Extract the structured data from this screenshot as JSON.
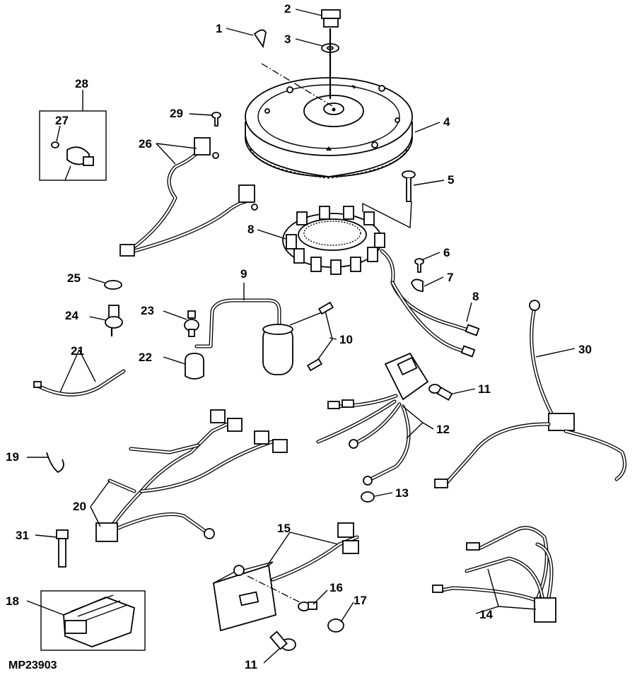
{
  "diagram": {
    "figure_code": "MP23903",
    "callouts": [
      {
        "id": "c1",
        "text": "1"
      },
      {
        "id": "c2",
        "text": "2"
      },
      {
        "id": "c3",
        "text": "3"
      },
      {
        "id": "c4",
        "text": "4"
      },
      {
        "id": "c5",
        "text": "5"
      },
      {
        "id": "c6",
        "text": "6"
      },
      {
        "id": "c7",
        "text": "7"
      },
      {
        "id": "c8a",
        "text": "8"
      },
      {
        "id": "c8b",
        "text": "8"
      },
      {
        "id": "c9",
        "text": "9"
      },
      {
        "id": "c10",
        "text": "10"
      },
      {
        "id": "c11a",
        "text": "11"
      },
      {
        "id": "c11b",
        "text": "11"
      },
      {
        "id": "c12",
        "text": "12"
      },
      {
        "id": "c13",
        "text": "13"
      },
      {
        "id": "c14",
        "text": "14"
      },
      {
        "id": "c15",
        "text": "15"
      },
      {
        "id": "c16",
        "text": "16"
      },
      {
        "id": "c17",
        "text": "17"
      },
      {
        "id": "c18",
        "text": "18"
      },
      {
        "id": "c19",
        "text": "19"
      },
      {
        "id": "c20",
        "text": "20"
      },
      {
        "id": "c21",
        "text": "21"
      },
      {
        "id": "c22",
        "text": "22"
      },
      {
        "id": "c23",
        "text": "23"
      },
      {
        "id": "c24",
        "text": "24"
      },
      {
        "id": "c25",
        "text": "25"
      },
      {
        "id": "c26",
        "text": "26"
      },
      {
        "id": "c27",
        "text": "27"
      },
      {
        "id": "c28",
        "text": "28"
      },
      {
        "id": "c29",
        "text": "29"
      },
      {
        "id": "c30",
        "text": "30"
      },
      {
        "id": "c31",
        "text": "31"
      }
    ]
  }
}
